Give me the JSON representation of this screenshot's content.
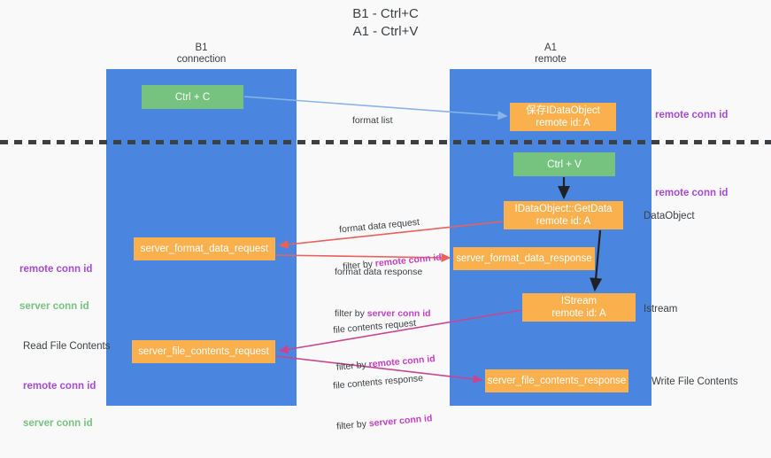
{
  "title": "B1 - Ctrl+C\nA1 - Ctrl+V",
  "columns": {
    "left": {
      "name": "B1",
      "role": "connection",
      "header": "B1\nconnection"
    },
    "right": {
      "name": "A1",
      "role": "remote",
      "header": "A1\nremote"
    }
  },
  "colors": {
    "lane": "#4a86e0",
    "node_action": "#76c37f",
    "node_message": "#fbb04e",
    "remote_conn_id": "#a64ad0",
    "server_conn_id": "#76c37f",
    "filter_highlight": "#c341c3",
    "arrow_blue": "#8ab4e8",
    "arrow_red": "#e8615a",
    "arrow_black": "#202124",
    "arrow_magenta": "#c7468f",
    "divider": "#3c4043",
    "background": "#f9f9f9"
  },
  "nodes": {
    "ctrl_c": {
      "label": "Ctrl + C",
      "kind": "action"
    },
    "save_idataobject": {
      "label": "保存IDataObject\nremote id: A",
      "kind": "message"
    },
    "ctrl_v": {
      "label": "Ctrl + V",
      "kind": "action"
    },
    "getdata": {
      "label": "IDataObject::GetData\nremote id: A",
      "kind": "message"
    },
    "server_format_data_request": {
      "label": "server_format_data_request",
      "kind": "message"
    },
    "server_format_data_response": {
      "label": "server_format_data_response",
      "kind": "message"
    },
    "istream": {
      "label": "IStream\nremote id: A",
      "kind": "message"
    },
    "server_file_contents_request": {
      "label": "server_file_contents_request",
      "kind": "message"
    },
    "server_file_contents_response": {
      "label": "server_file_contents_response",
      "kind": "message"
    }
  },
  "annotations": {
    "remote_conn_id_top": "remote conn id",
    "remote_conn_id_middle": "remote conn id",
    "dataobject": "DataObject",
    "istream": "Istream",
    "write_file_contents": "Write File Contents",
    "read_file_contents": "Read File Contents",
    "left_ids_1": {
      "remote": "remote conn id",
      "server": "server conn id"
    },
    "left_ids_2": {
      "remote": "remote conn id",
      "server": "server conn id"
    }
  },
  "edges": {
    "format_list": {
      "label": "format list",
      "filter": "",
      "filter_prefix": ""
    },
    "format_data_request": {
      "label": "format data request",
      "filter_prefix": "filter by ",
      "filter": "remote conn id"
    },
    "format_data_response": {
      "label": "format data response",
      "filter_prefix": "filter by ",
      "filter": "server conn id"
    },
    "file_contents_request": {
      "label": "file contents request",
      "filter_prefix": "filter by ",
      "filter": "remote conn id"
    },
    "file_contents_response": {
      "label": "file contents response",
      "filter_prefix": "filter by ",
      "filter": "server conn id"
    }
  }
}
